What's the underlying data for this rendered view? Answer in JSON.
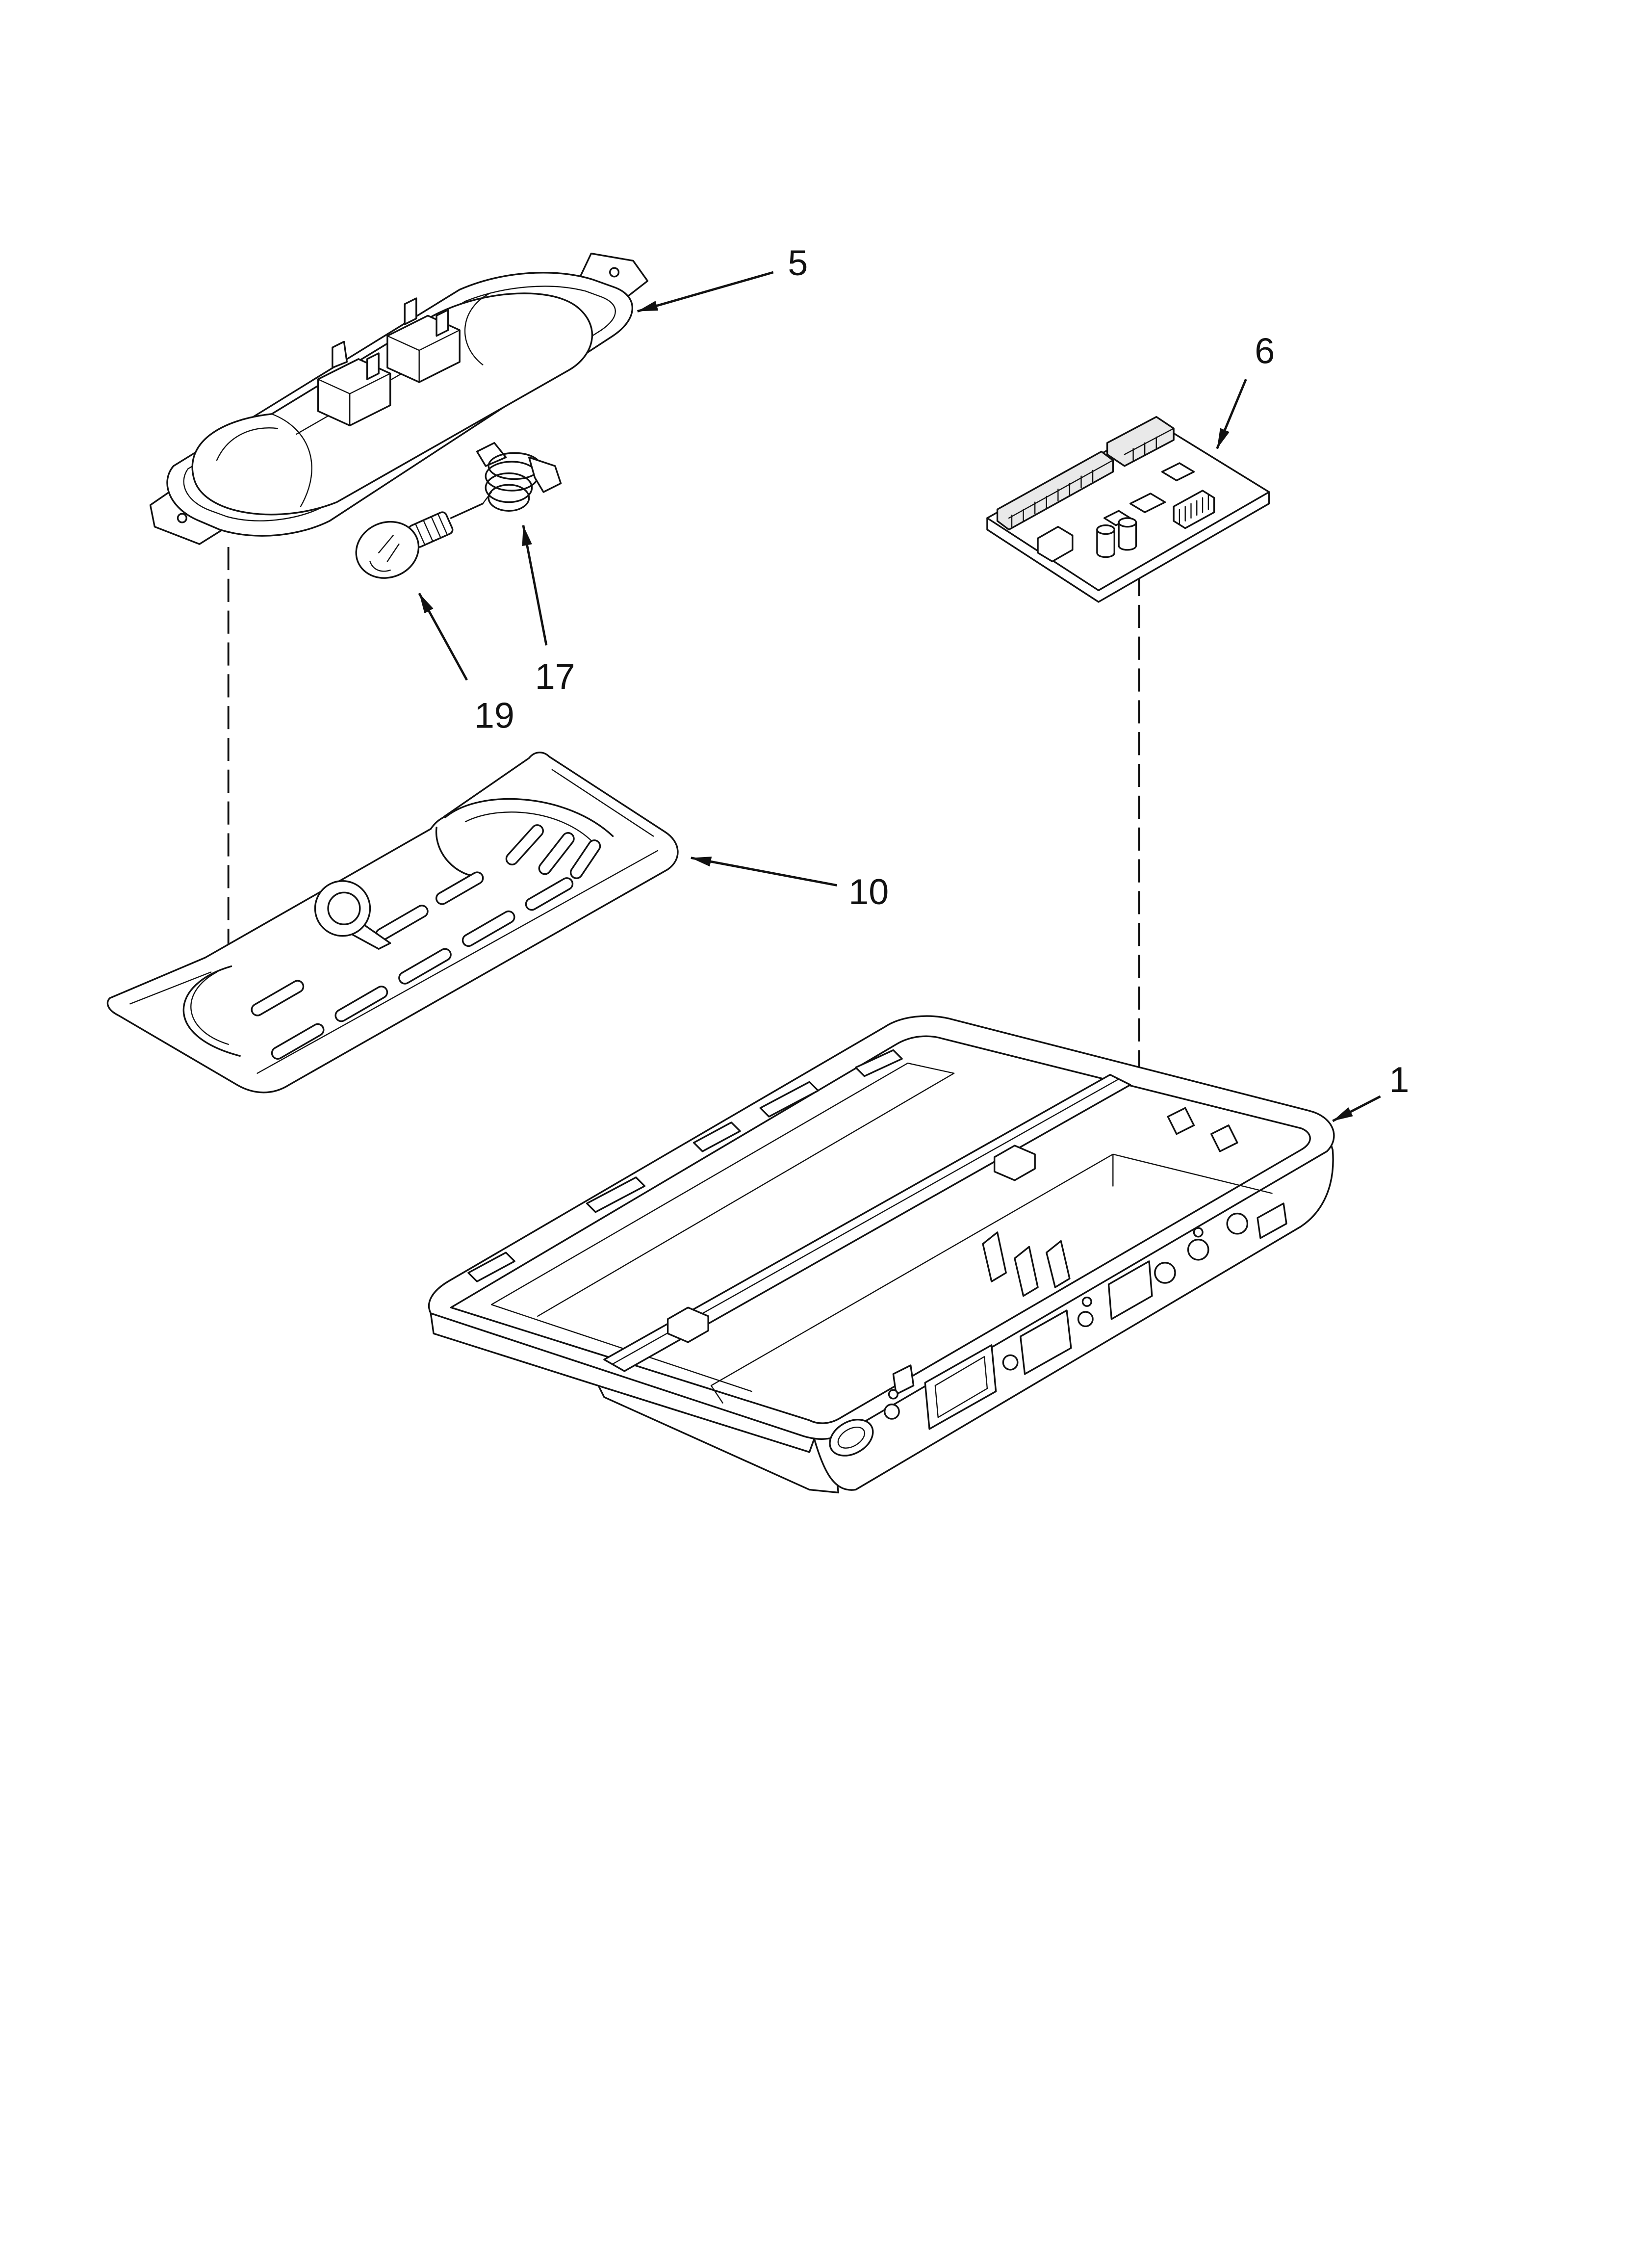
{
  "callouts": [
    {
      "number": "5"
    },
    {
      "number": "6"
    },
    {
      "number": "19"
    },
    {
      "number": "17"
    },
    {
      "number": "10"
    },
    {
      "number": "1"
    }
  ],
  "style": {
    "line_color": "#111111",
    "background": "#ffffff"
  }
}
